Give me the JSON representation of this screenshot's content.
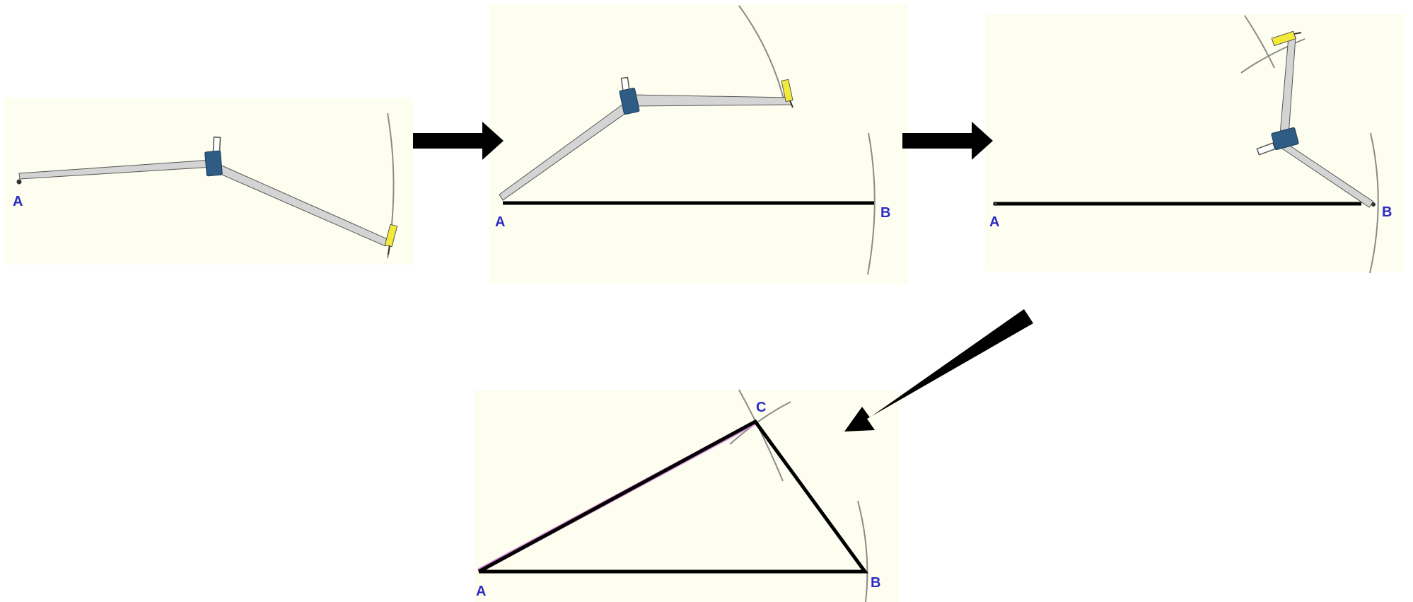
{
  "steps": [
    {
      "id": "step-1",
      "labels": {
        "a": "A"
      }
    },
    {
      "id": "step-2",
      "labels": {
        "a": "A",
        "b": "B"
      }
    },
    {
      "id": "step-3",
      "labels": {
        "a": "A",
        "b": "B"
      }
    },
    {
      "id": "step-4",
      "labels": {
        "a": "A",
        "b": "B",
        "c": "C"
      }
    }
  ],
  "colors": {
    "panel_background": "#fefef0",
    "arrow": "#000000",
    "segment": "#000000",
    "arc": "#8a8a8a",
    "label": "#2b2bc4",
    "compass_leg": "#d4d4d4",
    "compass_hinge": "#2e5c85",
    "pencil_lead": "#f2ea3a",
    "side_highlight": "#d98bd9"
  },
  "icons": [
    "compass-icon",
    "pencil-icon",
    "arrow-right-icon",
    "arrow-down-left-icon"
  ]
}
